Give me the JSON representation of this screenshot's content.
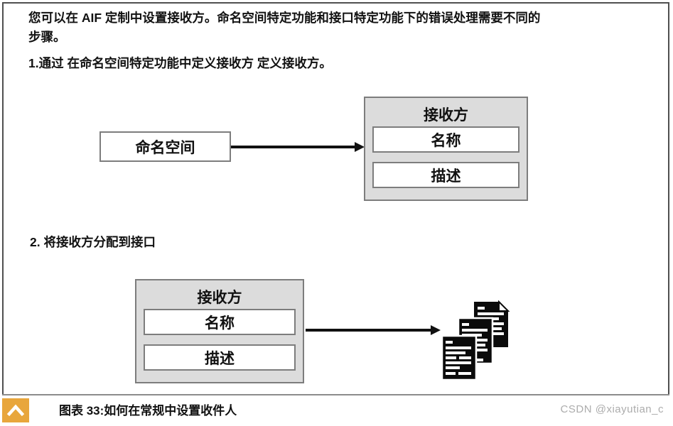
{
  "colors": {
    "accent_orange": "#E8A63C",
    "diagram_box_fill": "#DCDCDC",
    "diagram_border": "#7D7D7D",
    "frame_border": "#4F4F4F",
    "arrow": "#111111",
    "watermark": "#ACACAC"
  },
  "intro": {
    "lines": [
      "您可以在 AIF 定制中设置接收方。命名空间特定功能和接口特定功能下的错误处理需要不同的",
      "步骤。"
    ]
  },
  "steps": {
    "step1": "1.通过 在命名空间特定功能中定义接收方 定义接收方。",
    "step2": "2. 将接收方分配到接口"
  },
  "diagram1": {
    "source_box": "命名空间",
    "receiver": {
      "title": "接收方",
      "fields": [
        "名称",
        "描述"
      ]
    }
  },
  "diagram2": {
    "receiver": {
      "title": "接收方",
      "fields": [
        "名称",
        "描述"
      ]
    },
    "target_icon": "documents-stack-icon"
  },
  "caption": {
    "icon": "chevron-up-icon",
    "text": "图表 33:如何在常规中设置收件人"
  },
  "watermark": "CSDN @xiayutian_c"
}
